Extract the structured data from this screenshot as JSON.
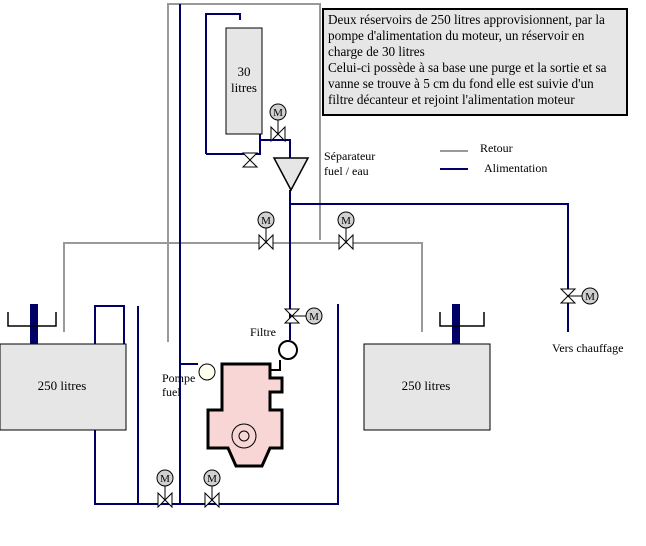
{
  "note": {
    "paragraph1": "Deux réservoirs de 250 litres approvisionnent, par la pompe d'alimentation du moteur, un réservoir en charge de 30 litres",
    "paragraph2": "Celui-ci possède à sa base une purge et la sortie et sa vanne se trouve à 5 cm du fond elle est suivie d'un filtre décanteur et rejoint l'alimentation moteur"
  },
  "labels": {
    "tank30_line1": "30",
    "tank30_line2": "litres",
    "separator_line1": "Séparateur",
    "separator_line2": "fuel / eau",
    "filter": "Filtre",
    "pump_line1": "Pompe",
    "pump_line2": "fuel",
    "tank_left": "250 litres",
    "tank_right": "250 litres",
    "heating": "Vers chauffage",
    "motor_symbol": "M"
  },
  "legend": {
    "return_label": "Retour",
    "supply_label": "Alimentation",
    "return_color": "#999999",
    "supply_color": "#000066"
  },
  "colors": {
    "tank_fill": "#e6e6e6",
    "engine_fill": "#f9d6d6",
    "cap_color": "#000066"
  }
}
